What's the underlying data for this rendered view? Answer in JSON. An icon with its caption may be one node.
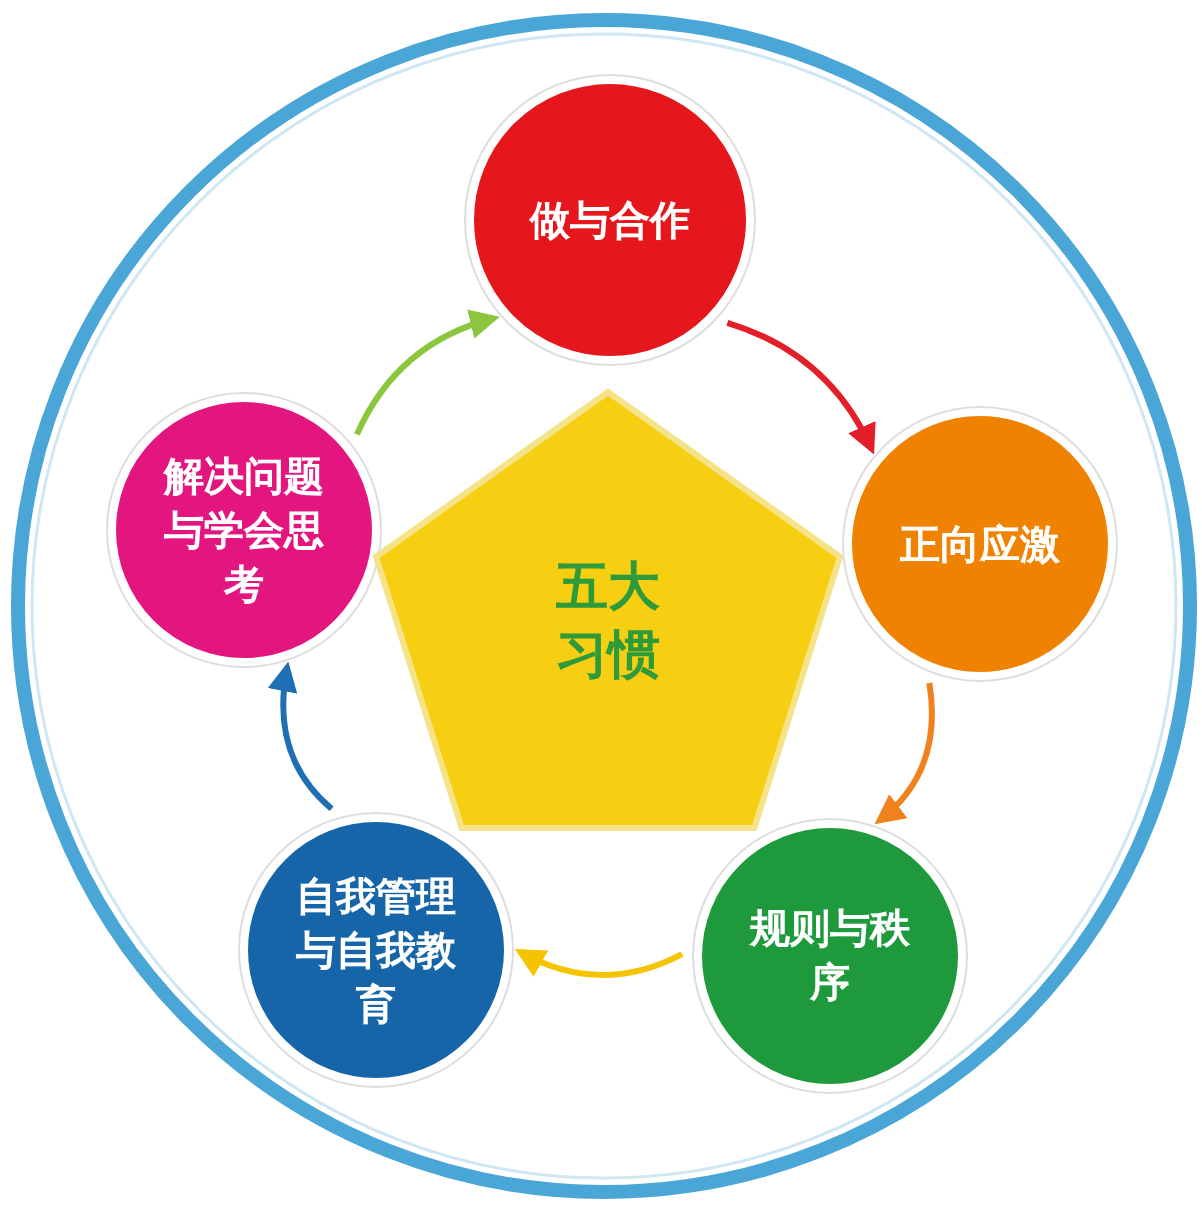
{
  "diagram": {
    "nodes": [
      {
        "text": [
          "做与合作"
        ]
      },
      {
        "text": [
          "解决问题与学会思考"
        ]
      },
      {
        "text": [
          "五大习惯"
        ]
      },
      {
        "text": [
          "正向应激"
        ]
      },
      {
        "text": [
          "自我管理与自我教育"
        ]
      },
      {
        "text": [
          "规则与秩序"
        ]
      }
    ],
    "edges": [
      {
        "from": 0,
        "to": 3,
        "arrow": "to",
        "color": "#e3202a"
      },
      {
        "from": 3,
        "to": 5,
        "arrow": "to",
        "color": "#f0821e"
      },
      {
        "from": 5,
        "to": 4,
        "arrow": "to",
        "color": "#f5c400"
      },
      {
        "from": 4,
        "to": 1,
        "arrow": "to",
        "color": "#1f6fb4"
      },
      {
        "from": 1,
        "to": 0,
        "arrow": "to",
        "color": "#8cc63f"
      }
    ]
  }
}
